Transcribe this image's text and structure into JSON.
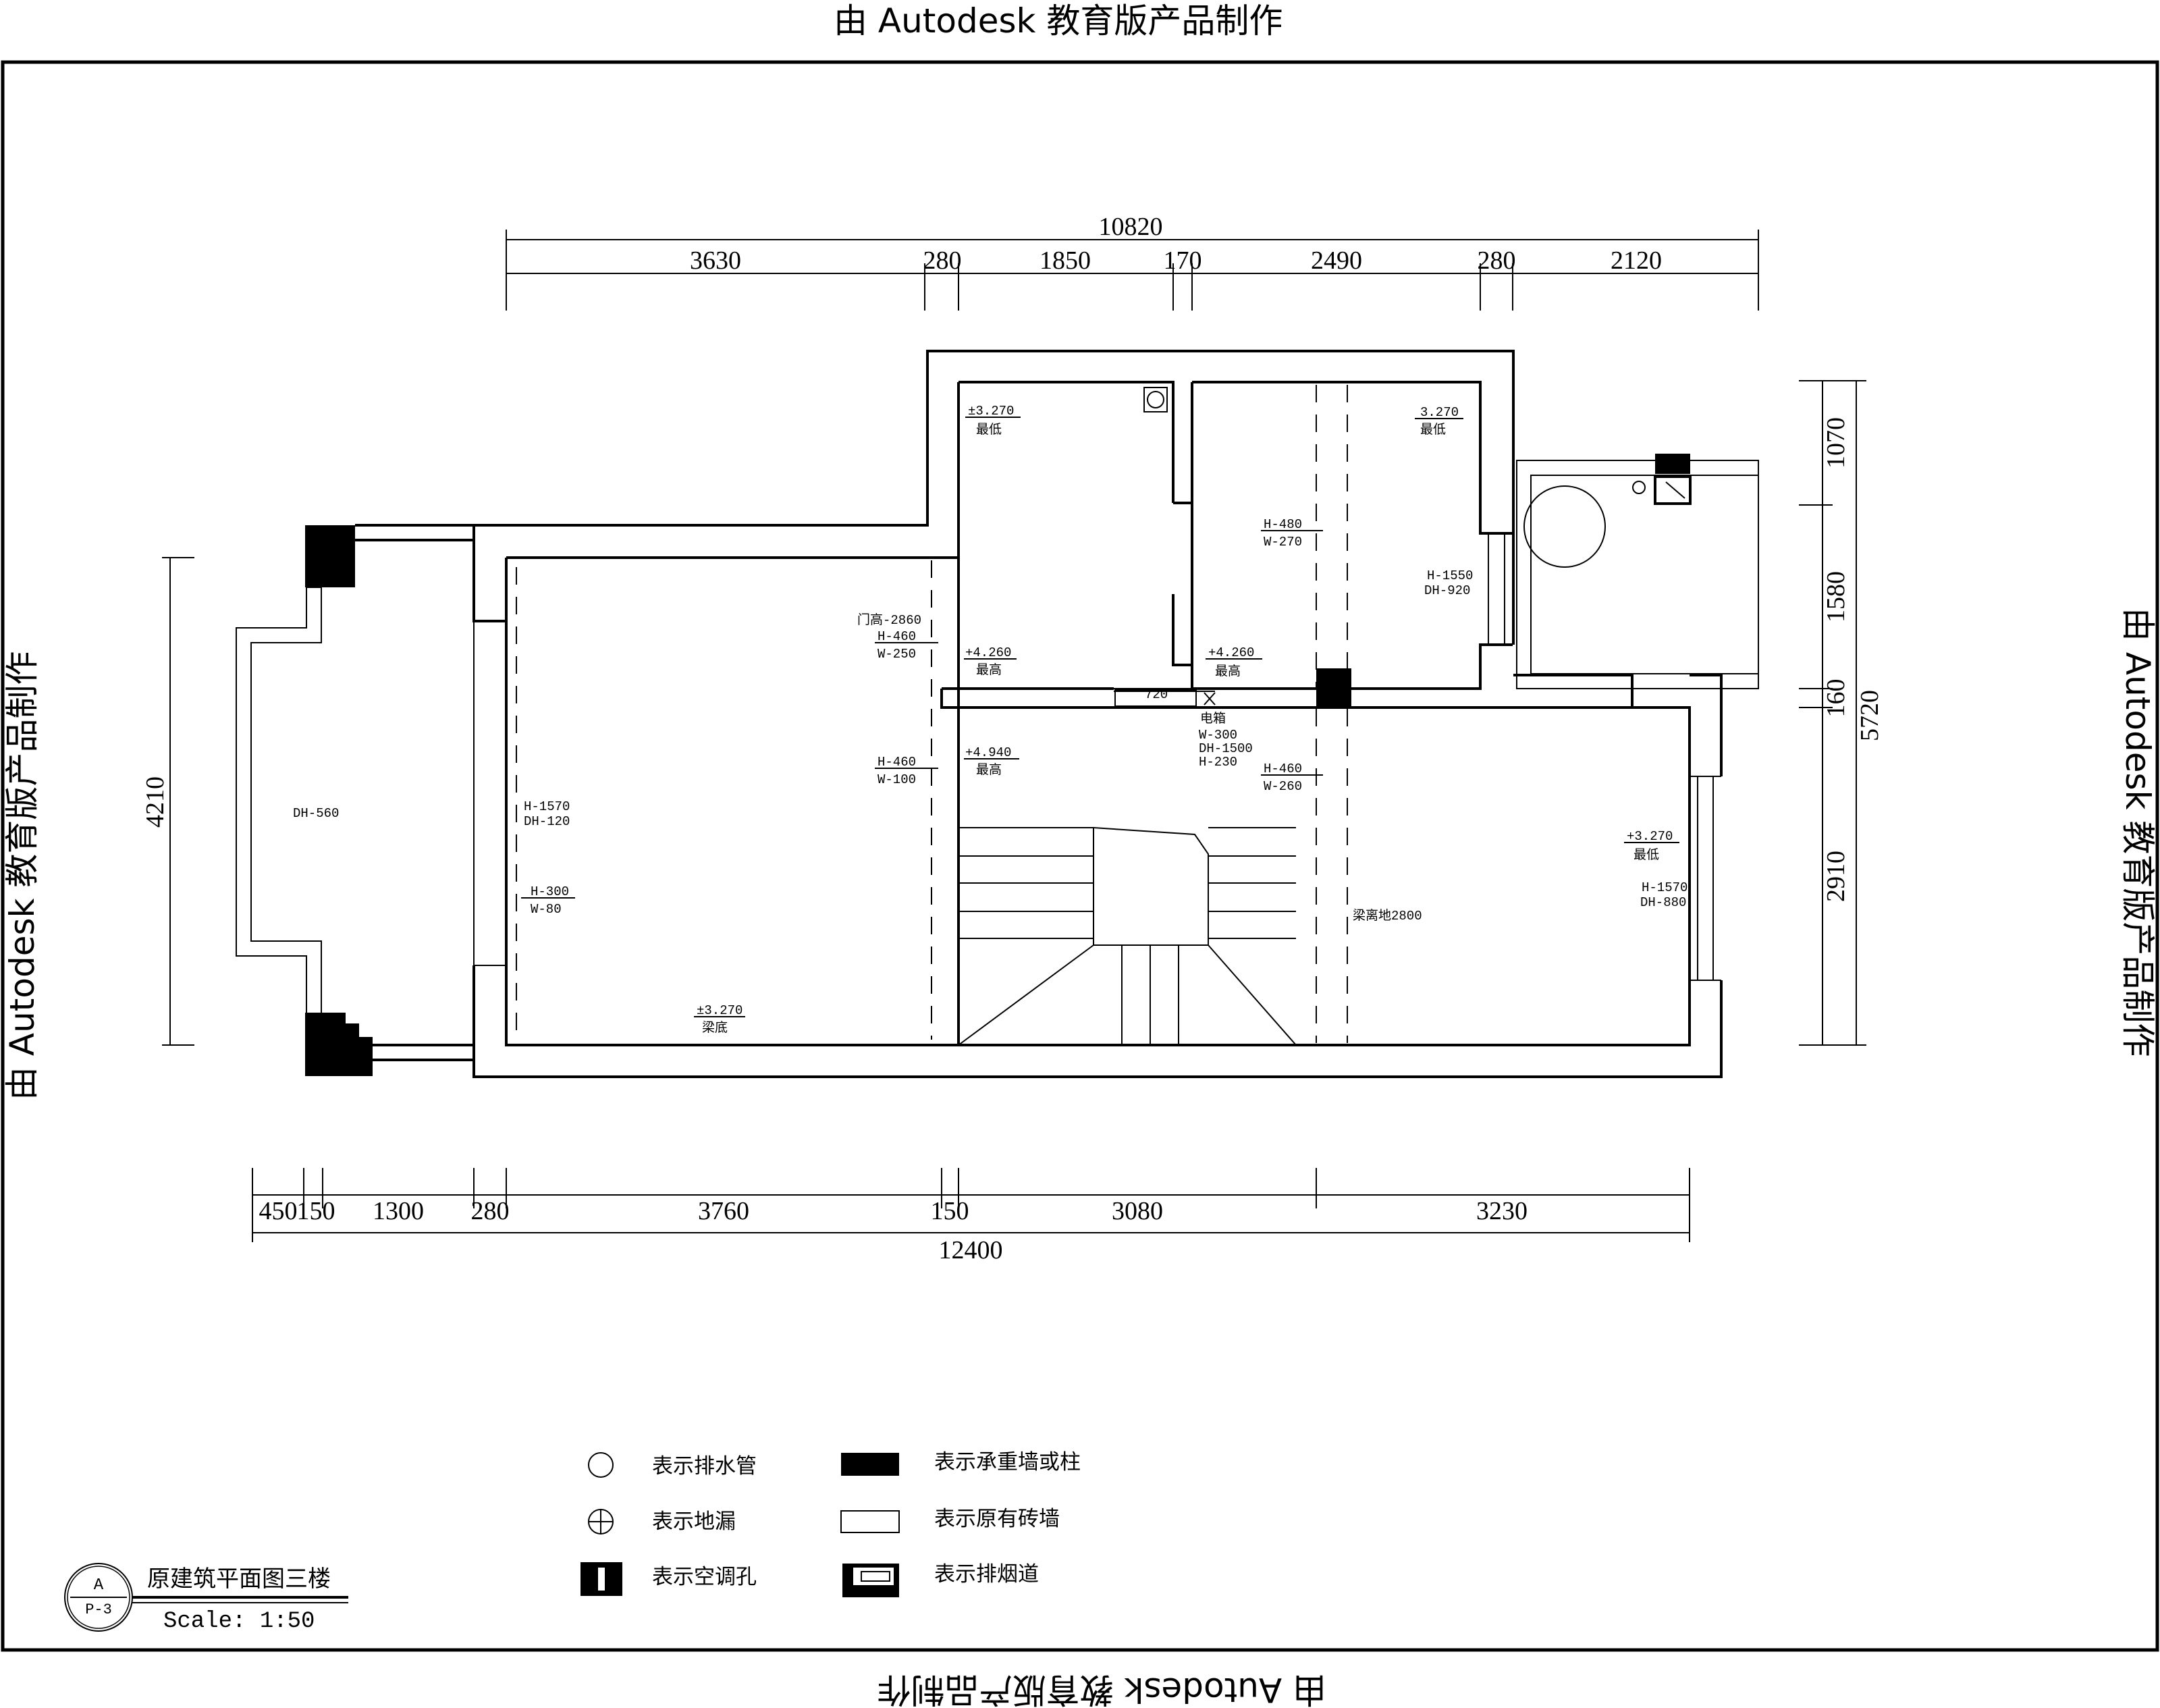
{
  "watermark": {
    "text": "由 Autodesk 教育版产品制作"
  },
  "top_dimensions": {
    "total": "10820",
    "segments": [
      "3630",
      "280",
      "1850",
      "170",
      "2490",
      "280",
      "2120"
    ]
  },
  "bottom_dimensions": {
    "total": "12400",
    "segments": [
      "450",
      "150",
      "1300",
      "280",
      "3760",
      "150",
      "3080",
      "3230"
    ]
  },
  "left_dimension": {
    "value": "4210"
  },
  "right_dimensions": {
    "segments": [
      "1070",
      "1580",
      "160",
      "2910"
    ],
    "total": "5720"
  },
  "annotations": {
    "dh560": "DH-560",
    "west_win1": "H-1570",
    "west_win2": "DH-120",
    "beam1": "H-300",
    "beam2": "W-80",
    "floor_a1": "±3.270",
    "floor_a2": "梁底",
    "door1": "门高-2860",
    "door2": "H-460",
    "door3": "W-250",
    "lv1": "+4.260",
    "lv2": "最高",
    "beam_c1": "H-460",
    "beam_c2": "W-100",
    "nw1": "±3.270",
    "nw2": "最低",
    "ne1": "3.270",
    "ne2": "最低",
    "ne_beam1": "H-480",
    "ne_beam2": "W-270",
    "ne_win1": "H-1550",
    "ne_win2": "DH-920",
    "lv3": "+4.260",
    "lv4": "最高",
    "w720": "720",
    "box1": "电箱",
    "box2": "W-300",
    "box3": "DH-1500",
    "box4": "H-230",
    "lv5": "+4.940",
    "lv6": "最高",
    "beam_d1": "H-460",
    "beam_d2": "W-260",
    "se1": "+3.270",
    "se2": "最低",
    "se_win1": "H-1570",
    "se_win2": "DH-880",
    "beam_floor": "梁离地2800"
  },
  "legend": {
    "drain_pipe": "表示排水管",
    "floor_drain": "表示地漏",
    "ac_hole": "表示空调孔",
    "bearing_wall": "表示承重墙或柱",
    "brick_wall": "表示原有砖墙",
    "flue": "表示排烟道"
  },
  "title_block": {
    "mark": "A",
    "sheet": "P-3",
    "title": "原建筑平面图三楼",
    "scale": "Scale: 1:50"
  }
}
